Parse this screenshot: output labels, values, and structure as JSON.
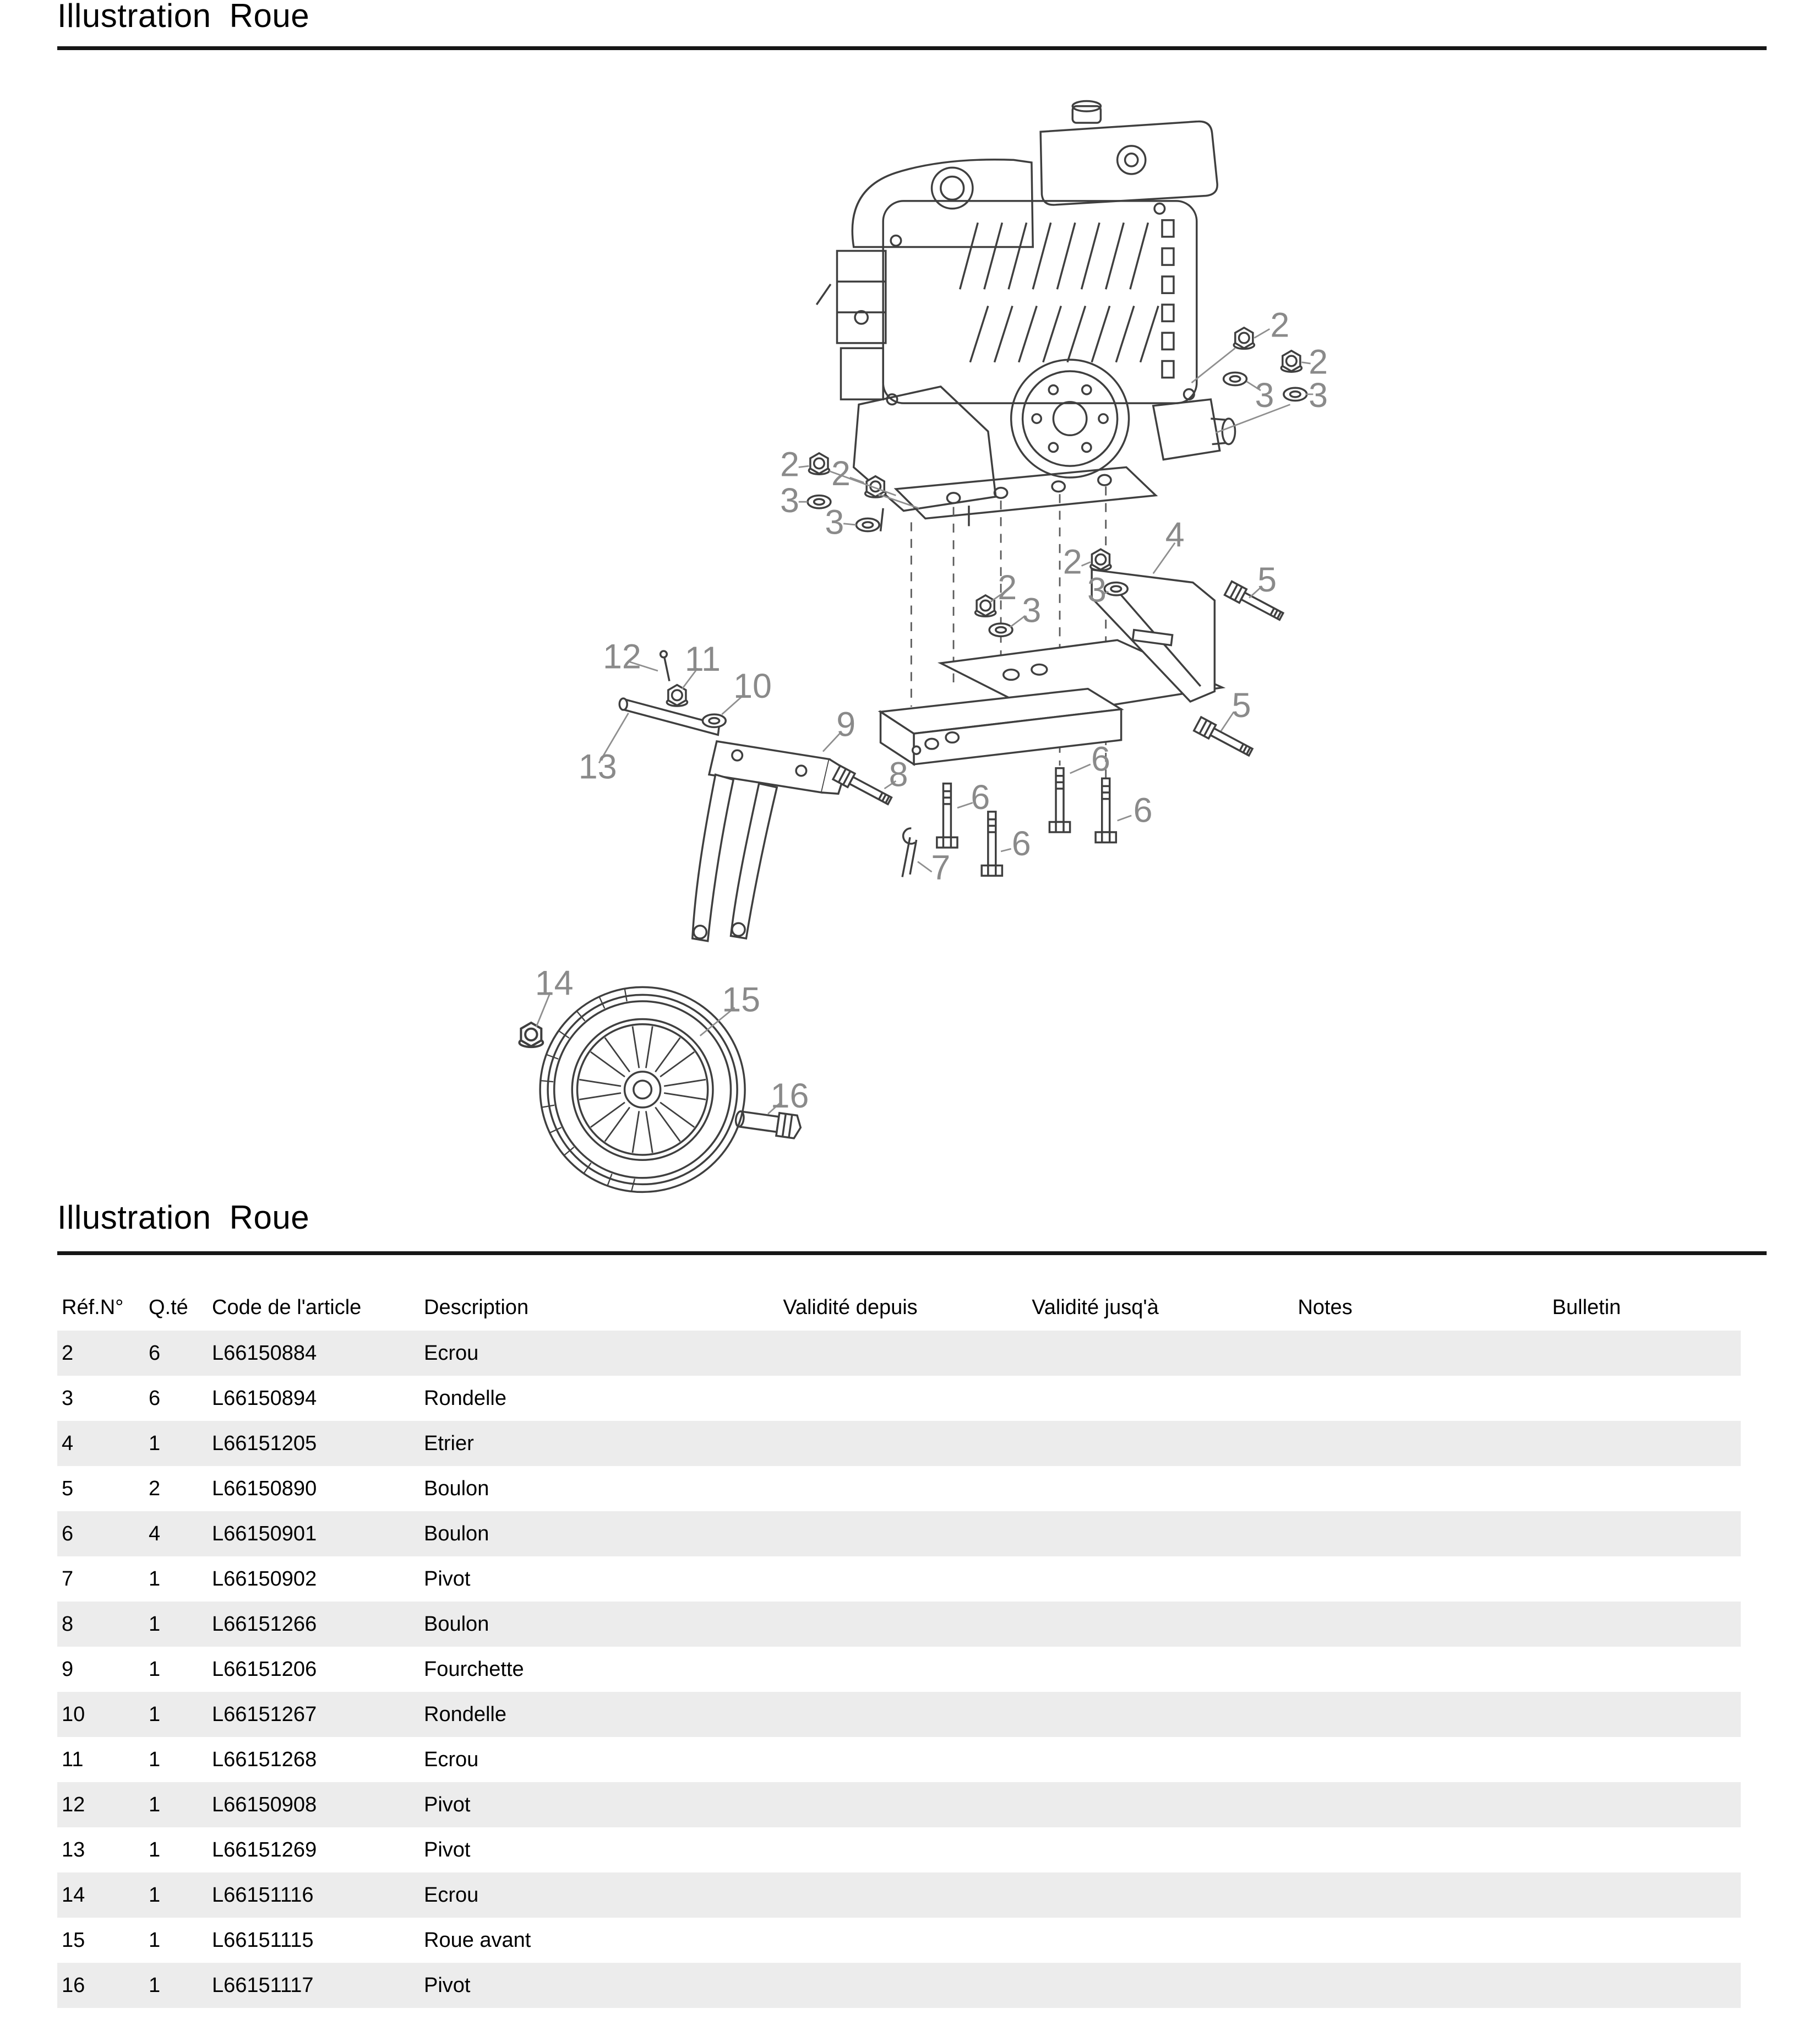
{
  "page": {
    "title_top": "Illustration Roue",
    "title_section": "Illustration Roue"
  },
  "colors": {
    "rule": "#161616",
    "row_alt": "#ececec",
    "drawing_line": "#3f3f3f",
    "callout_text": "#8a8a8a"
  },
  "diagram": {
    "callouts": [
      {
        "label": "2"
      },
      {
        "label": "2"
      },
      {
        "label": "3"
      },
      {
        "label": "3"
      },
      {
        "label": "2"
      },
      {
        "label": "2"
      },
      {
        "label": "3"
      },
      {
        "label": "3"
      },
      {
        "label": "4"
      },
      {
        "label": "2"
      },
      {
        "label": "3"
      },
      {
        "label": "5"
      },
      {
        "label": "2"
      },
      {
        "label": "3"
      },
      {
        "label": "12"
      },
      {
        "label": "11"
      },
      {
        "label": "10"
      },
      {
        "label": "9"
      },
      {
        "label": "13"
      },
      {
        "label": "8"
      },
      {
        "label": "5"
      },
      {
        "label": "6"
      },
      {
        "label": "6"
      },
      {
        "label": "6"
      },
      {
        "label": "6"
      },
      {
        "label": "7"
      },
      {
        "label": "14"
      },
      {
        "label": "15"
      },
      {
        "label": "16"
      }
    ]
  },
  "table": {
    "headers": {
      "ref": "Réf.N°",
      "qty": "Q.té",
      "code": "Code de l'article",
      "desc": "Description",
      "valid_from": "Validité depuis",
      "valid_to": "Validité jusq'à",
      "notes": "Notes",
      "bulletin": "Bulletin"
    },
    "rows": [
      {
        "ref": "2",
        "qty": "6",
        "code": "L66150884",
        "desc": "Ecrou"
      },
      {
        "ref": "3",
        "qty": "6",
        "code": "L66150894",
        "desc": "Rondelle"
      },
      {
        "ref": "4",
        "qty": "1",
        "code": "L66151205",
        "desc": "Etrier"
      },
      {
        "ref": "5",
        "qty": "2",
        "code": "L66150890",
        "desc": "Boulon"
      },
      {
        "ref": "6",
        "qty": "4",
        "code": "L66150901",
        "desc": "Boulon"
      },
      {
        "ref": "7",
        "qty": "1",
        "code": "L66150902",
        "desc": "Pivot"
      },
      {
        "ref": "8",
        "qty": "1",
        "code": "L66151266",
        "desc": "Boulon"
      },
      {
        "ref": "9",
        "qty": "1",
        "code": "L66151206",
        "desc": "Fourchette"
      },
      {
        "ref": "10",
        "qty": "1",
        "code": "L66151267",
        "desc": "Rondelle"
      },
      {
        "ref": "11",
        "qty": "1",
        "code": "L66151268",
        "desc": "Ecrou"
      },
      {
        "ref": "12",
        "qty": "1",
        "code": "L66150908",
        "desc": "Pivot"
      },
      {
        "ref": "13",
        "qty": "1",
        "code": "L66151269",
        "desc": "Pivot"
      },
      {
        "ref": "14",
        "qty": "1",
        "code": "L66151116",
        "desc": "Ecrou"
      },
      {
        "ref": "15",
        "qty": "1",
        "code": "L66151115",
        "desc": "Roue avant"
      },
      {
        "ref": "16",
        "qty": "1",
        "code": "L66151117",
        "desc": "Pivot"
      }
    ]
  }
}
